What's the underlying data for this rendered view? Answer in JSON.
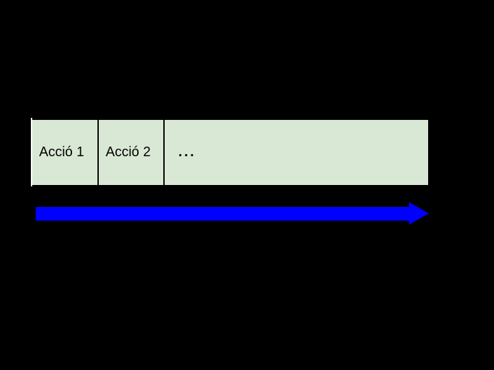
{
  "slide": {
    "background": "#000000"
  },
  "table": {
    "fill": "#d9e8d4",
    "separator_color": "#000000",
    "left_edge_color": "#ffffff",
    "cells": [
      {
        "label": "Acció 1"
      },
      {
        "label": "Acció 2"
      },
      {
        "label": "..."
      }
    ]
  },
  "arrow": {
    "color": "#0000ff",
    "direction": "right"
  }
}
